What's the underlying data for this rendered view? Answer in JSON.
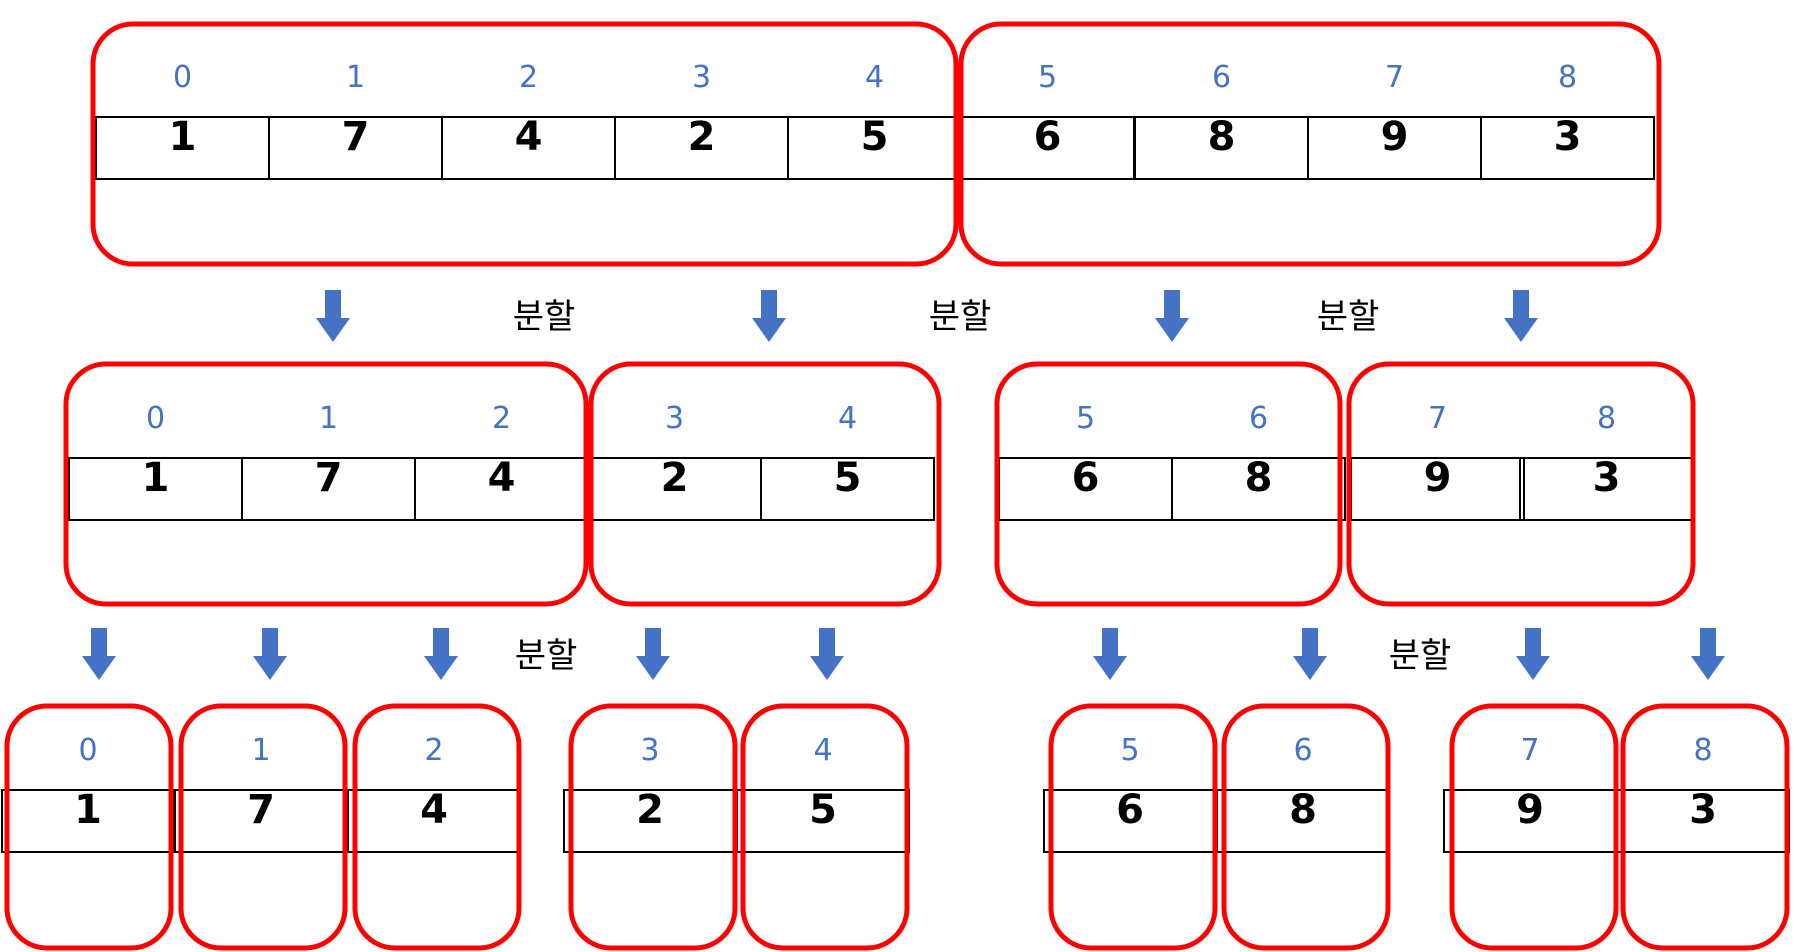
{
  "colors": {
    "group_border": "#FF0000",
    "index_text": "#4472C4",
    "arrow": "#4472C4",
    "cell_border": "#000000",
    "value_text": "#000000"
  },
  "icons": {
    "arrow": "arrow-down-icon"
  },
  "split_label": "분할",
  "levels": [
    {
      "groups": [
        {
          "cells": [
            {
              "index": "0",
              "value": "1"
            },
            {
              "index": "1",
              "value": "7"
            },
            {
              "index": "2",
              "value": "4"
            },
            {
              "index": "3",
              "value": "2"
            },
            {
              "index": "4",
              "value": "5"
            }
          ]
        },
        {
          "cells": [
            {
              "index": "5",
              "value": "6"
            },
            {
              "index": "6",
              "value": "8"
            },
            {
              "index": "7",
              "value": "9"
            },
            {
              "index": "8",
              "value": "3"
            }
          ]
        }
      ]
    },
    {
      "groups": [
        {
          "cells": [
            {
              "index": "0",
              "value": "1"
            },
            {
              "index": "1",
              "value": "7"
            },
            {
              "index": "2",
              "value": "4"
            }
          ]
        },
        {
          "cells": [
            {
              "index": "3",
              "value": "2"
            },
            {
              "index": "4",
              "value": "5"
            }
          ]
        },
        {
          "cells": [
            {
              "index": "5",
              "value": "6"
            },
            {
              "index": "6",
              "value": "8"
            }
          ]
        },
        {
          "cells": [
            {
              "index": "7",
              "value": "9"
            },
            {
              "index": "8",
              "value": "3"
            }
          ]
        }
      ]
    },
    {
      "groups": [
        {
          "cells": [
            {
              "index": "0",
              "value": "1"
            }
          ]
        },
        {
          "cells": [
            {
              "index": "1",
              "value": "7"
            }
          ]
        },
        {
          "cells": [
            {
              "index": "2",
              "value": "4"
            }
          ]
        },
        {
          "cells": [
            {
              "index": "3",
              "value": "2"
            }
          ]
        },
        {
          "cells": [
            {
              "index": "4",
              "value": "5"
            }
          ]
        },
        {
          "cells": [
            {
              "index": "5",
              "value": "6"
            }
          ]
        },
        {
          "cells": [
            {
              "index": "6",
              "value": "8"
            }
          ]
        },
        {
          "cells": [
            {
              "index": "7",
              "value": "9"
            }
          ]
        },
        {
          "cells": [
            {
              "index": "8",
              "value": "3"
            }
          ]
        }
      ]
    }
  ]
}
